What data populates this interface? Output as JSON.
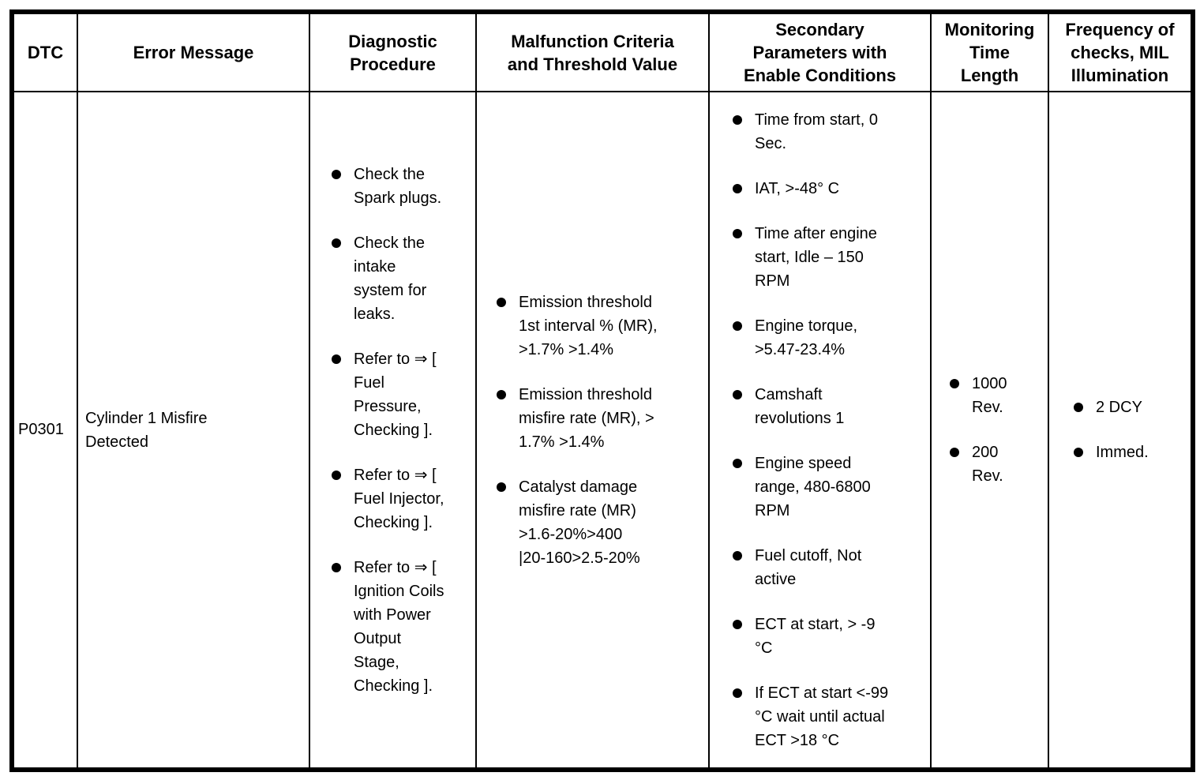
{
  "theme": {
    "text_color": "#000000",
    "border_color": "#000000",
    "background_color": "#ffffff"
  },
  "table": {
    "headers": [
      "DTC",
      "Error Message",
      "Diagnostic\nProcedure",
      "Malfunction Criteria\nand Threshold Value",
      "Secondary\nParameters with\nEnable Conditions",
      "Monitoring\nTime\nLength",
      "Frequency of\nchecks, MIL\nIllumination"
    ],
    "row": {
      "dtc": "P0301",
      "error_message": "Cylinder 1 Misfire\nDetected",
      "diagnostic_procedure": [
        "Check the\nSpark plugs.",
        "Check the\nintake\nsystem for\nleaks.",
        "Refer to ⇒ [\nFuel\nPressure,\nChecking ].",
        "Refer to ⇒ [\nFuel Injector,\nChecking ].",
        "Refer to ⇒ [\nIgnition Coils\nwith Power\nOutput\nStage,\nChecking ]."
      ],
      "malfunction_criteria": [
        "Emission threshold\n1st interval % (MR),\n>1.7% >1.4%",
        "Emission threshold\nmisfire rate (MR), >\n1.7% >1.4%",
        "Catalyst damage\nmisfire rate (MR)\n>1.6-20%>400\n|20-160>2.5-20%"
      ],
      "secondary_parameters": [
        "Time from start, 0\nSec.",
        "IAT, >-48° C",
        "Time after engine\nstart, Idle – 150\nRPM",
        "Engine torque,\n>5.47-23.4%",
        "Camshaft\nrevolutions 1",
        "Engine speed\nrange, 480-6800\nRPM",
        "Fuel cutoff, Not\nactive",
        "ECT at start, > -9\n°C",
        "If ECT at start <-99\n°C wait until actual\nECT >18 °C"
      ],
      "monitoring_time_length": [
        "1000\nRev.",
        "200\nRev."
      ],
      "frequency_of_checks": [
        "2 DCY",
        "Immed."
      ]
    }
  }
}
